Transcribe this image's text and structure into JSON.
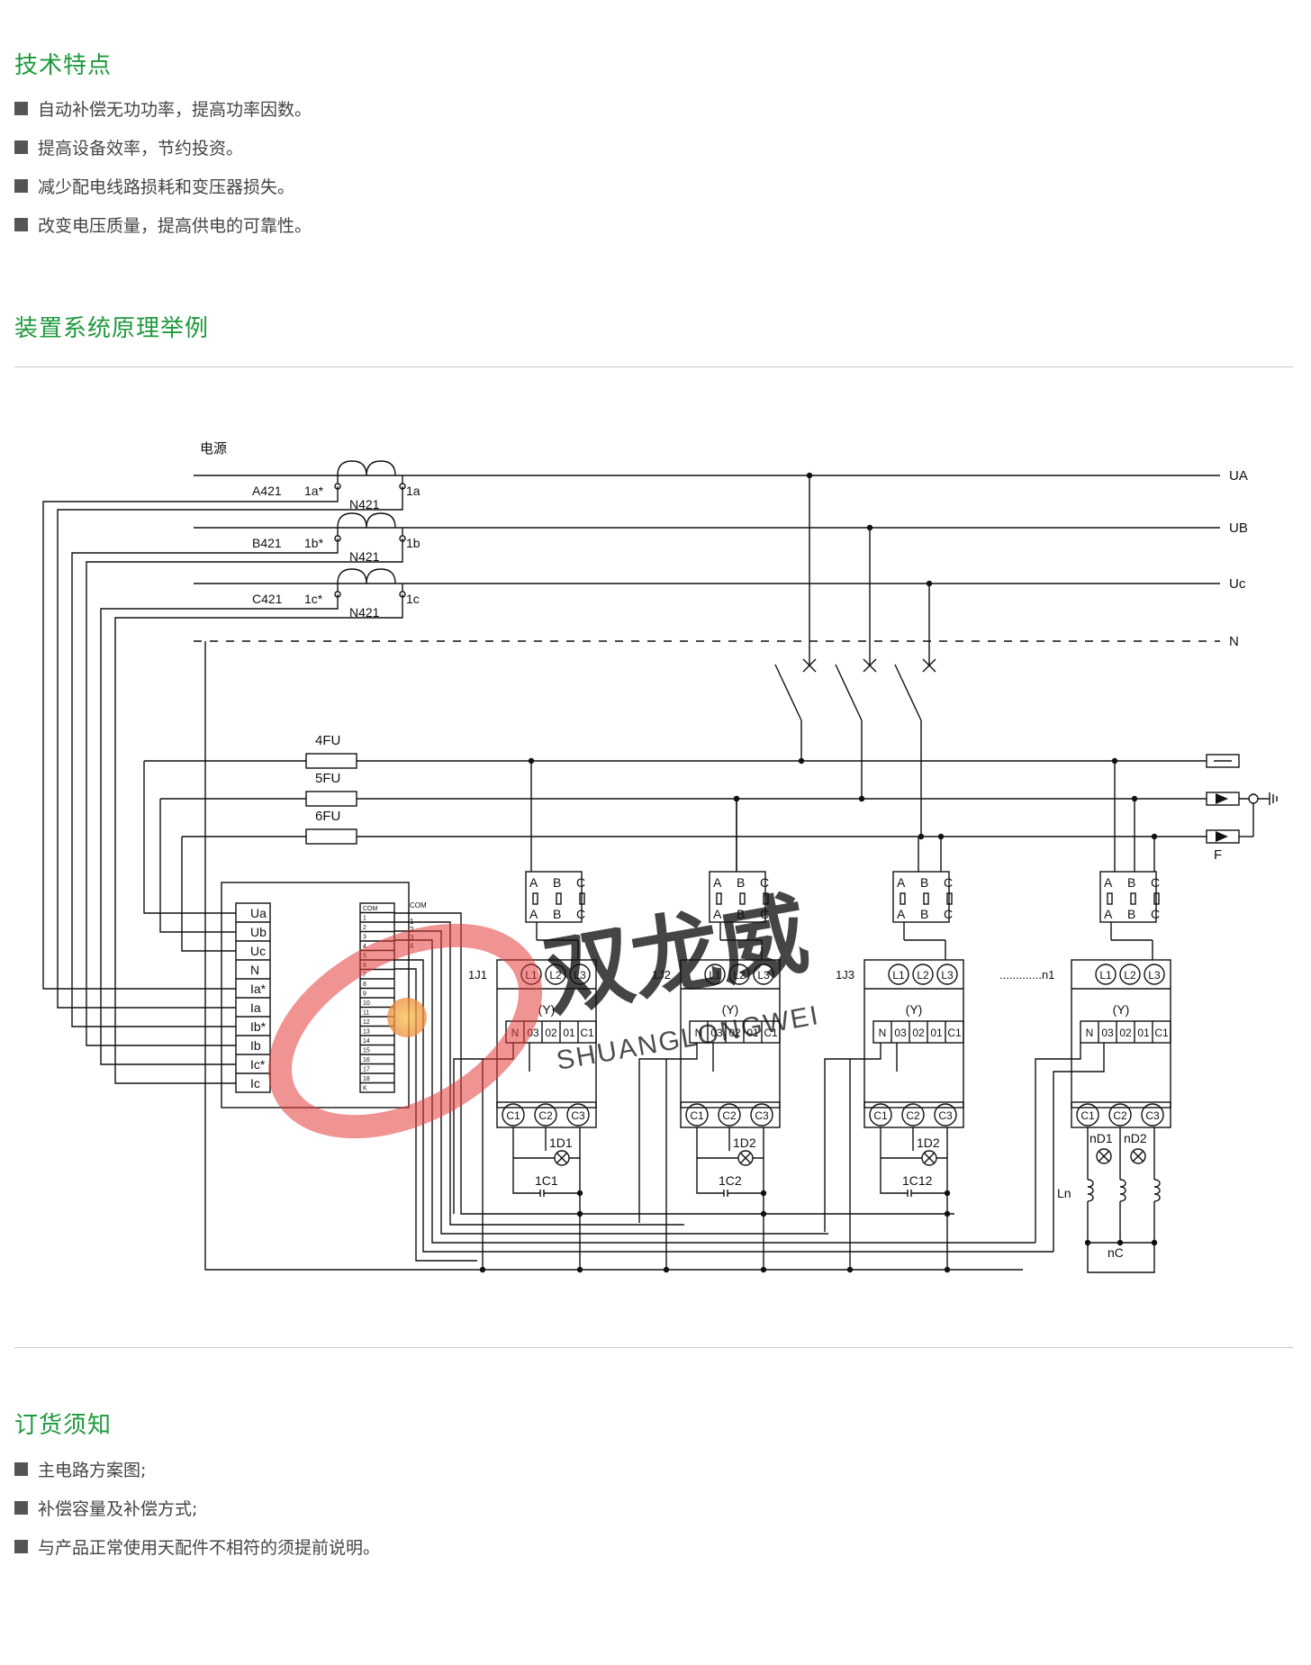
{
  "sections": {
    "features": {
      "title": "技术特点",
      "items": [
        "自动补偿无功功率，提高功率因数。",
        "提高设备效率，节约投资。",
        "减少配电线路损耗和变压器损失。",
        "改变电压质量，提高供电的可靠性。"
      ]
    },
    "diagram": {
      "title": "装置系统原理举例"
    },
    "ordering": {
      "title": "订货须知",
      "items": [
        "主电路方案图;",
        "补偿容量及补偿方式;",
        "与产品正常使用天配件不相符的须提前说明。"
      ]
    }
  },
  "diagram": {
    "power_label": "电源",
    "phases": [
      {
        "ct_left": "A421",
        "ct_star": "1a*",
        "ct_n": "N421",
        "ct_right": "1a",
        "bus": "UA"
      },
      {
        "ct_left": "B421",
        "ct_star": "1b*",
        "ct_n": "N421",
        "ct_right": "1b",
        "bus": "UB"
      },
      {
        "ct_left": "C421",
        "ct_star": "1c*",
        "ct_n": "N421",
        "ct_right": "1c",
        "bus": "Uc"
      }
    ],
    "neutral_label": "N",
    "fuses": [
      "4FU",
      "5FU",
      "6FU"
    ],
    "f_label": "F",
    "controller_inputs": [
      "Ua",
      "Ub",
      "Uc",
      "N",
      "Ia*",
      "Ia",
      "Ib*",
      "Ib",
      "Ic*",
      "Ic"
    ],
    "controller_outputs": [
      "COM",
      "1",
      "2",
      "3",
      "4",
      "5",
      "6",
      "7",
      "8",
      "9",
      "10",
      "11",
      "12",
      "13",
      "14",
      "15",
      "16",
      "17",
      "18",
      "K"
    ],
    "com_label": "COM",
    "com_pins": [
      "1",
      "2",
      "3",
      "4"
    ],
    "fuse_box": {
      "top": [
        "A",
        "B",
        "C"
      ],
      "bottom": [
        "A",
        "B",
        "C"
      ]
    },
    "contactor_terminals": [
      "L1",
      "L2",
      "L3"
    ],
    "y_label": "(Y)",
    "coil_terminals": [
      "N",
      "03",
      "02",
      "01",
      "C1"
    ],
    "cap_terminals": [
      "C1",
      "C2",
      "C3"
    ],
    "units": [
      {
        "name": "1J1",
        "lamp": "1D1",
        "cap": "1C1"
      },
      {
        "name": "1J2",
        "lamp": "1D2",
        "cap": "1C2"
      },
      {
        "name": "1J3",
        "lamp": "1D2",
        "cap": "1C12"
      }
    ],
    "last_unit": {
      "name": ".............n1",
      "lamp1": "nD1",
      "lamp2": "nD2",
      "reactor": "Ln",
      "cap": "nC"
    },
    "watermark": {
      "cn": "双龙威",
      "en": "SHUANGLONGWEI"
    }
  },
  "colors": {
    "accent": "#1e9a3c",
    "line": "#111111",
    "watermark_red": "#e23a3a",
    "watermark_gray": "#7a7a7a"
  }
}
